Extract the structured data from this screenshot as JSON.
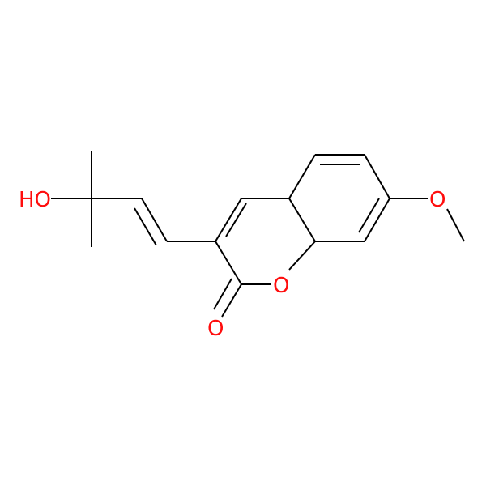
{
  "diagram": {
    "type": "chemical-structure",
    "colors": {
      "carbon_bonds": "#000000",
      "oxygen": "#ff0d0d",
      "background": "#ffffff"
    },
    "atom_labels": {
      "hydroxyl": "HO",
      "ring_oxygen": "O",
      "carbonyl_oxygen": "O",
      "methoxy_oxygen": "O"
    }
  }
}
